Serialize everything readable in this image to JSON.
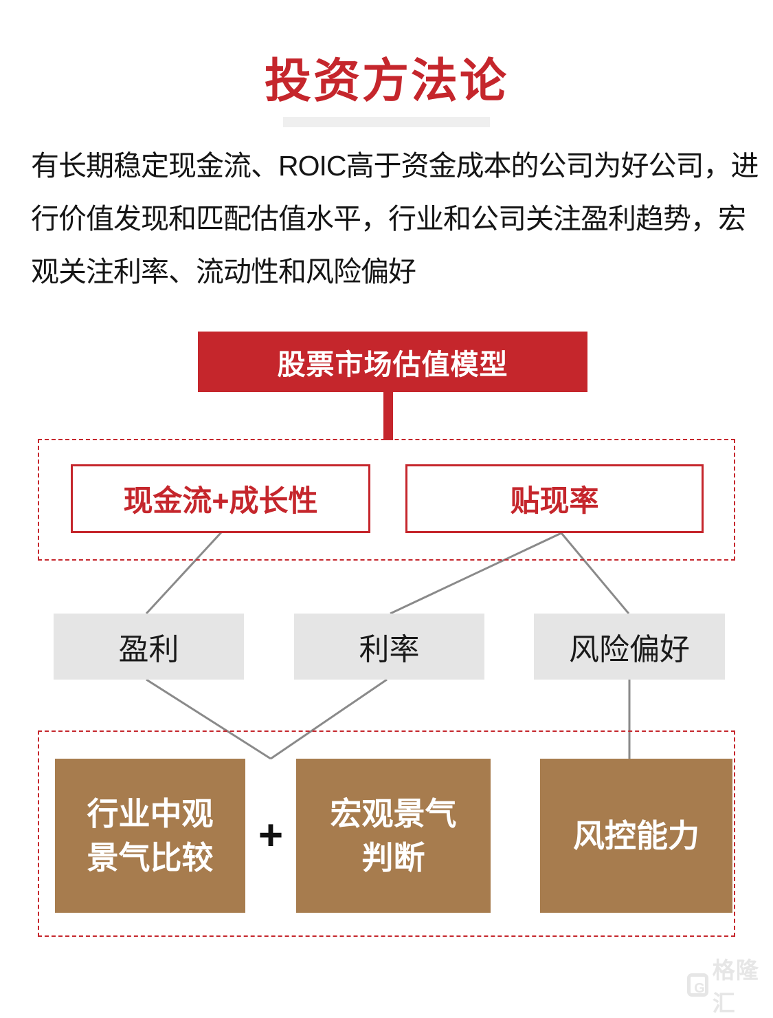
{
  "page": {
    "title": "投资方法论"
  },
  "intro": {
    "lines": [
      "有长期稳定现金流、ROIC高于资金成本的公司为好公司，进",
      "行价值发现和匹配估值水平，行业和公司关注盈利趋势，宏",
      "观关注利率、流动性和风险偏好"
    ]
  },
  "diagram": {
    "root": {
      "label": "股票市场估值模型"
    },
    "tier1": [
      {
        "label": "现金流+成长性"
      },
      {
        "label": "贴现率"
      }
    ],
    "tier2": [
      {
        "label": "盈利"
      },
      {
        "label": "利率"
      },
      {
        "label": "风险偏好"
      }
    ],
    "tier3": [
      {
        "label": "行业中观\n景气比较"
      },
      {
        "label": "宏观景气\n判断"
      },
      {
        "label": "风控能力"
      }
    ],
    "plus_sign": "+"
  },
  "watermark": {
    "logo": "G",
    "brand": "格隆汇"
  },
  "colors": {
    "accent_red": "#C5262C",
    "gray_box": "#E5E5E5",
    "brown_box": "#A77C4E",
    "connector_gray": "#8A8A8A",
    "title_underline": "#EFEFEF"
  }
}
